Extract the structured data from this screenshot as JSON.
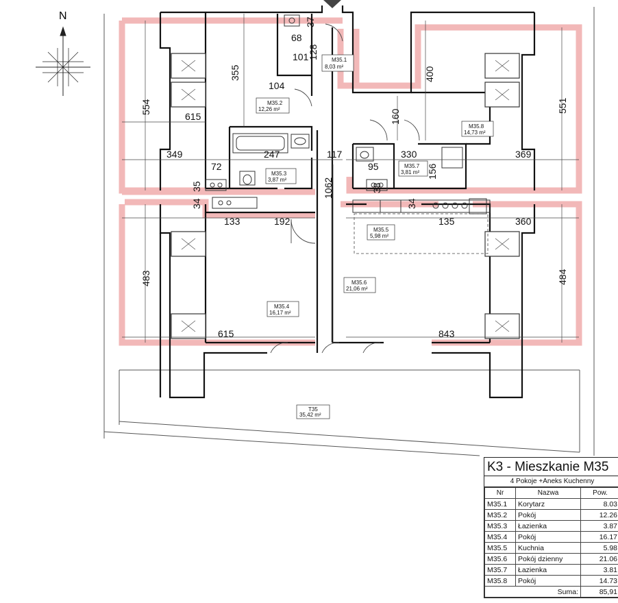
{
  "north_label": "N",
  "dimensions": [
    "68",
    "37",
    "101",
    "128",
    "355",
    "104",
    "400",
    "554",
    "615",
    "160",
    "551",
    "349",
    "247",
    "117",
    "330",
    "369",
    "72",
    "95",
    "156",
    "35",
    "1062",
    "38",
    "34",
    "133",
    "192",
    "135",
    "360",
    "483",
    "484",
    "615",
    "843"
  ],
  "rooms": [
    {
      "id": "M35.1",
      "area": "8,03 m²"
    },
    {
      "id": "M35.2",
      "area": "12,26 m²"
    },
    {
      "id": "M35.3",
      "area": "3,87 m²"
    },
    {
      "id": "M35.4",
      "area": "16,17 m²"
    },
    {
      "id": "M35.5",
      "area": "5,98 m²"
    },
    {
      "id": "M35.6",
      "area": "21,06 m²"
    },
    {
      "id": "M35.7",
      "area": "3,81 m²"
    },
    {
      "id": "M35.8",
      "area": "14,73 m²"
    },
    {
      "id": "T35",
      "area": "35,42 m²"
    }
  ],
  "legend": {
    "title": "K3 - Mieszkanie M35",
    "subtitle": "4 Pokoje +Aneks Kuchenny",
    "headers": [
      "Nr",
      "Nazwa",
      "Pow."
    ],
    "rows": [
      [
        "M35.1",
        "Korytarz",
        "8.03"
      ],
      [
        "M35.2",
        "Pokój",
        "12.26"
      ],
      [
        "M35.3",
        "Łazienka",
        "3.87"
      ],
      [
        "M35.4",
        "Pokój",
        "16.17"
      ],
      [
        "M35.5",
        "Kuchnia",
        "5.98"
      ],
      [
        "M35.6",
        "Pokój dzienny",
        "21.06"
      ],
      [
        "M35.7",
        "Łazienka",
        "3.81"
      ],
      [
        "M35.8",
        "Pokój",
        "14.73"
      ]
    ],
    "sum_label": "Suma:",
    "sum_value": "85,91"
  },
  "colors": {
    "highlight": "#f2b8b8",
    "wall": "#111111",
    "line": "#333333"
  }
}
